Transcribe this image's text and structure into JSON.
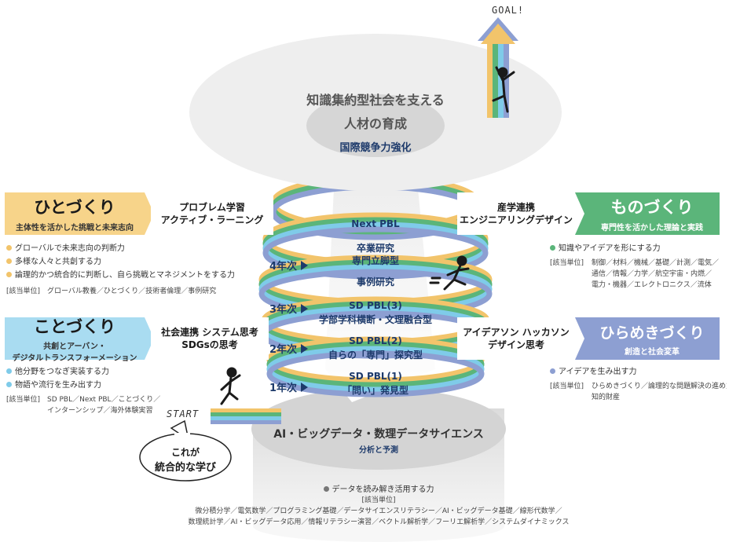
{
  "goal_label": "GOAL!",
  "start_label": "START",
  "top": {
    "line1": "知識集約型社会を支える",
    "line2": "人材の育成",
    "line3": "国際競争力強化"
  },
  "bottom": {
    "title": "AI・ビッグデータ・数理データサイエンス",
    "subtitle": "分析と予測",
    "bullet": "データを読み解き活用する力",
    "unit_label": "[該当単位]",
    "units_line1": "微分積分学／電気数学／プログラミング基礎／データサイエンスリテラシー／AI・ビッグデータ基礎／線形代数学／",
    "units_line2": "数理統計学／AI・ビッグデータ応用／情報リテラシー演習／ベクトル解析学／フーリエ解析学／システムダイナミックス"
  },
  "center": {
    "next_pbl": "Next PBL",
    "sotsugyo": "卒業研究",
    "senmon": "専門立脚型",
    "jirei": "事例研究",
    "pbl3": "SD PBL(3)",
    "pbl3_sub": "学部学科横断・文理融合型",
    "pbl2": "SD PBL(2)",
    "pbl2_sub": "自らの「専門」探究型",
    "pbl1": "SD PBL(1)",
    "pbl1_sub": "「問い」発見型"
  },
  "years": [
    "4年次",
    "3年次",
    "2年次",
    "1年次"
  ],
  "hitozukuri": {
    "title": "ひとづくり",
    "subtitle": "主体性を活かした挑戦と未来志向",
    "tag1": "プロブレム学習",
    "tag2": "アクティブ・ラーニング",
    "bullets": [
      "グローバルで未来志向の判断力",
      "多様な人々と共創する力",
      "論理的かつ統合的に判断し、自ら挑戦とマネジメントをする力"
    ],
    "units": "[該当単位]　グローバル教養／ひとづくり／技術者倫理／事例研究"
  },
  "monozukuri": {
    "title": "ものづくり",
    "subtitle": "専門性を活かした理論と実践",
    "tag1": "産学連携",
    "tag2": "エンジニアリングデザイン",
    "bullets": [
      "知識やアイデアを形にする力"
    ],
    "unit_label": "[該当単位]",
    "units_lines": [
      "制御／材料／機械／基礎／計測／電気／",
      "通信／情報／力学／航空宇宙・内燃／",
      "電力・機器／エレクトロニクス／流体"
    ]
  },
  "kotozukuri": {
    "title": "ことづくり",
    "subtitle1": "共創とアーバン・",
    "subtitle2": "デジタルトランスフォーメーション",
    "tag1": "社会連携 システム思考",
    "tag2": "SDGsの思考",
    "bullets": [
      "他分野をつなぎ実装する力",
      "物語や流行を生み出す力"
    ],
    "unit_label": "[該当単位]",
    "units_lines": [
      "SD PBL／Next PBL／ことづくり／",
      "インターンシップ／海外体験実習"
    ]
  },
  "hiramekizukuri": {
    "title": "ひらめきづくり",
    "subtitle": "創造と社会変革",
    "tag1": "アイデアソン ハッカソン",
    "tag2": "デザイン思考",
    "bullets": [
      "アイデアを生み出す力"
    ],
    "unit_label": "[該当単位]",
    "units_lines": [
      "ひらめきづくり／論理的な問題解決の進め方",
      "知的財産"
    ]
  },
  "bubble": {
    "line1": "これが",
    "line2": "統合的な学び"
  },
  "colors": {
    "yellow": "#f2c46b",
    "green": "#5bb57a",
    "cyan": "#7fcbe9",
    "purple": "#8d9fd2",
    "navy": "#1d3a6b"
  }
}
